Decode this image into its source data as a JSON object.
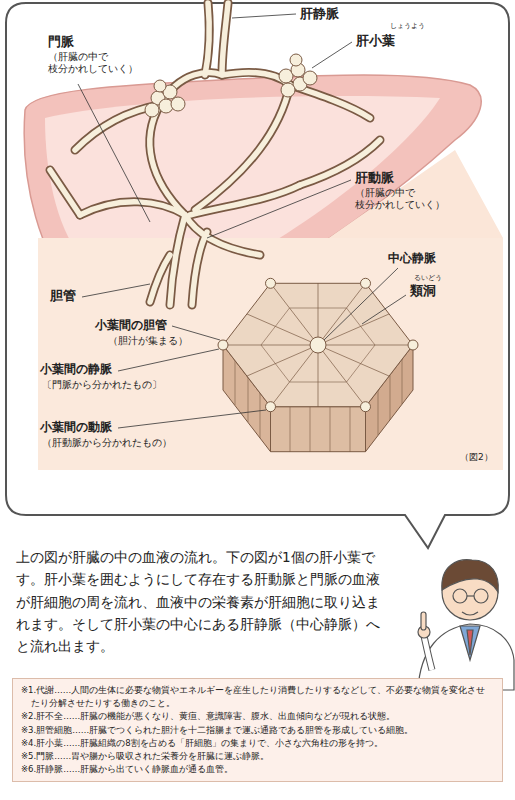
{
  "diagram": {
    "nodes": [
      {
        "text": [
          "※1.代謝……人間の生体に必要な物質やエネルギーを産生したり消費したりするなどして、不必要な物質を変化させたり分解させたりする働きのこと。",
          "※2.肝不全……肝臓の機能が悪くなり、黄疸、意識障害、腹水、出血傾向などが現れる状態。",
          "※3.胆管細胞……肝臓でつくられた胆汁を十二指腸まで運ぶ通路である胆管を形成している細胞。",
          "※4.肝小葉……肝臓組織の8割を占める「肝細胞」の集まりで、小さな六角柱の形を持つ。",
          "※5.門脈……胃や腸から吸収された栄養分を肝臓に運ぶ静脈。",
          "※6.肝静脈……肝臓から出ていく静脈血が通る血管。"
        ]
      }
    ],
    "labels": [
      "門脈",
      "（肝臓の中で 枝分かれしていく）",
      "肝静脈",
      "しょうよう",
      "肝小葉",
      "肝動脈",
      "（肝臓の中で 枝分かれしていく）",
      "胆管",
      "中心静脈",
      "るいどう",
      "類洞",
      "小葉間の胆管",
      "（胆汁が集まる）",
      "小葉間の静脈",
      "〔門脈から分かれたもの〕",
      "小葉間の動脈",
      "（肝動脈から分かれたもの）",
      "（図2）",
      "上の図が肝臓の中の血液の流れ。下の図が1個の肝小葉です。肝小葉を囲むようにして存在する肝動脈と門脈の血液が肝細胞の周を流れ、血液中の栄養素が肝細胞に取り込まれます。そして肝小葉の中心にある肝静脈（中心静脈）へと流れ出ます。"
    ]
  }
}
